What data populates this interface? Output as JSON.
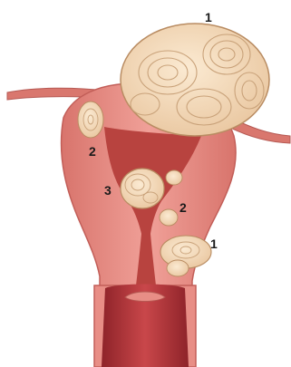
{
  "labels": {
    "fibroid_subserosal_top": "1",
    "fibroid_intramural_left": "2",
    "fibroid_submucosal_center": "3",
    "fibroid_intramural_right": "2",
    "fibroid_subserosal_lower_right": "1"
  },
  "colors": {
    "uterus_wall": "#e88e86",
    "uterus_wall_dark": "#d06a64",
    "cavity": "#b8433f",
    "cervix_canal": "#a92f33",
    "fibroid": "#f3d8b4",
    "fibroid_swirl": "#c9a27a",
    "tube": "#d9776e"
  }
}
